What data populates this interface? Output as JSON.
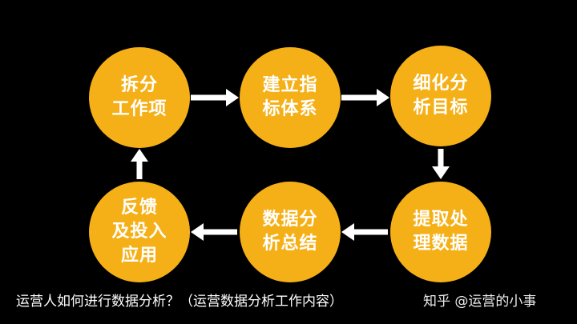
{
  "nodes": [
    {
      "label": "拆分\n工作项"
    },
    {
      "label": "建立指\n标体系"
    },
    {
      "label": "细化分\n析目标"
    },
    {
      "label": "提取处\n理数据"
    },
    {
      "label": "数据分\n析总结"
    },
    {
      "label": "反馈\n及投入\n应用"
    }
  ],
  "caption": "运营人如何进行数据分析？（运营数据分析工作内容）",
  "watermark": "知乎 @运营的小事",
  "colors": {
    "background": "#000000",
    "node_fill": "#f5b017",
    "node_text": "#ffffff",
    "arrow": "#ffffff"
  }
}
